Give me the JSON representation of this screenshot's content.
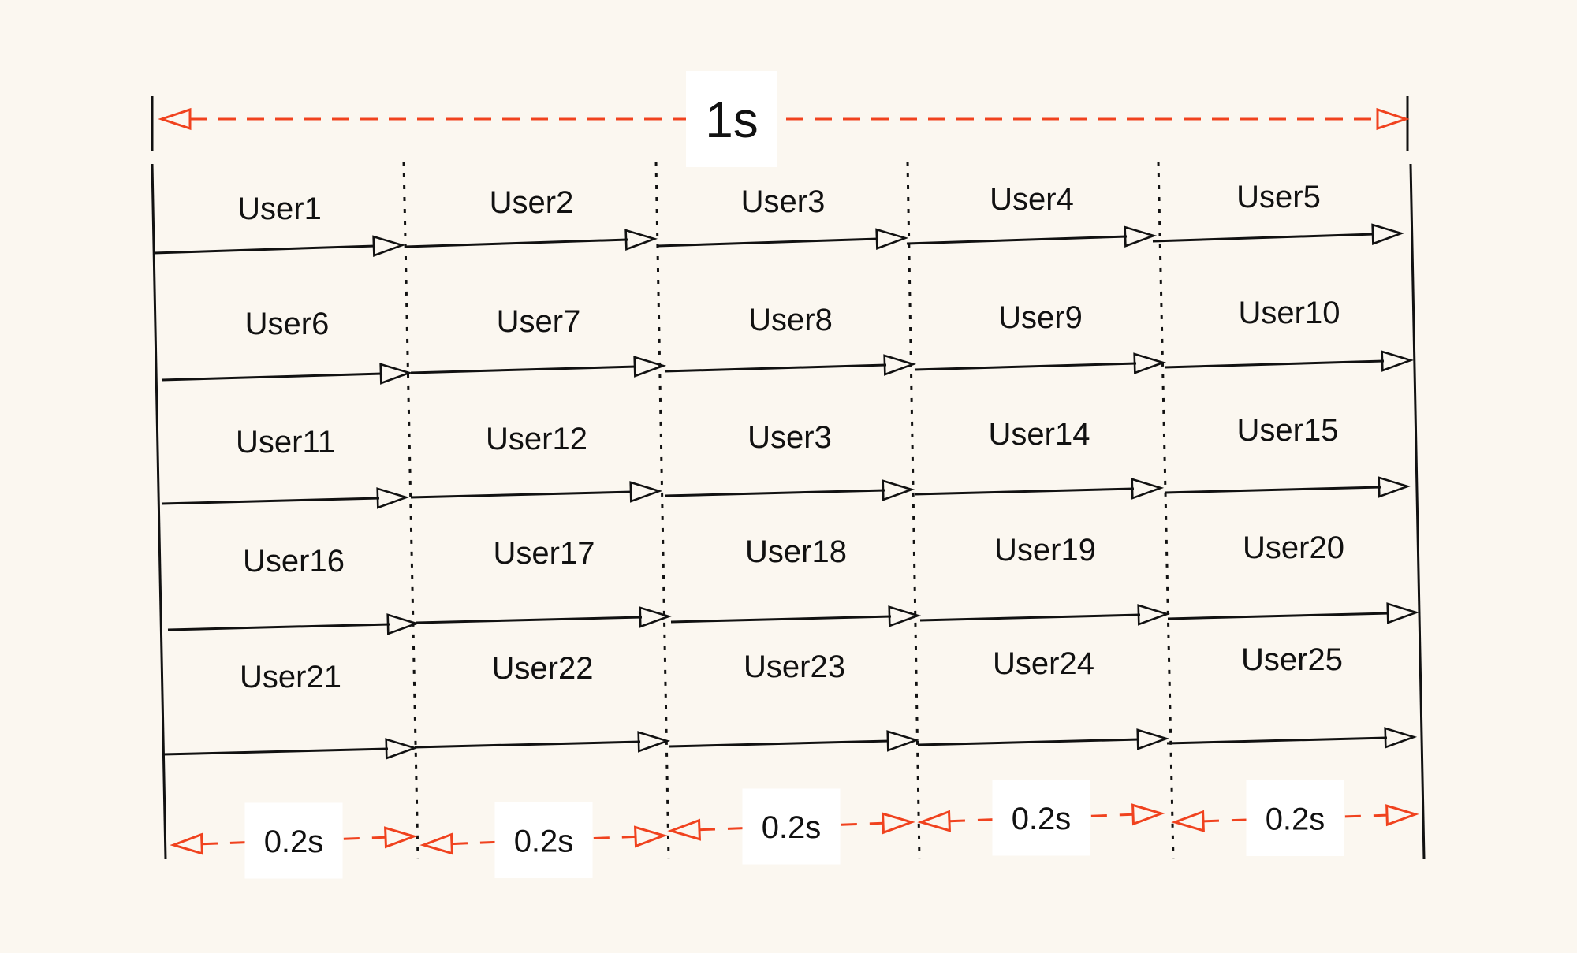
{
  "colors": {
    "background": "#fbf7f0",
    "ink": "#111111",
    "accent": "#f0421e",
    "label_box": "#ffffff"
  },
  "total_duration": {
    "label": "1s",
    "arrow_style": "dashed-double-headed",
    "color": "#f0421e"
  },
  "interval_label": "0.2s",
  "interval_count": 5,
  "rows": [
    [
      "User1",
      "User2",
      "User3",
      "User4",
      "User5"
    ],
    [
      "User6",
      "User7",
      "User8",
      "User9",
      "User10"
    ],
    [
      "User11",
      "User12",
      "User3",
      "User14",
      "User15"
    ],
    [
      "User16",
      "User17",
      "User18",
      "User19",
      "User20"
    ],
    [
      "User21",
      "User22",
      "User23",
      "User24",
      "User25"
    ]
  ]
}
